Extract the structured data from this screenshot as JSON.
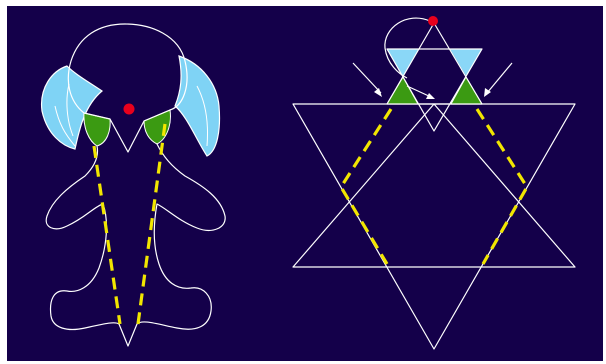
{
  "figure": {
    "colors": {
      "background": "#14004a",
      "outline": "#ffffff",
      "wing_fill": "#7fd3f5",
      "wing_stroke": "#4fb3dc",
      "green_fill": "#3b9a12",
      "blue_triangle_fill": "#8ad7f7",
      "dashed_line": "#f2e600",
      "dot": "#e8001c",
      "arrow": "#ffffff"
    },
    "left_figure": {
      "parts": [
        "head",
        "left-wing",
        "right-wing",
        "left-green-patch",
        "right-green-patch",
        "body-outline",
        "dashed-leg-lines",
        "red-dot"
      ]
    },
    "right_figure": {
      "parts": [
        "large-hexagram",
        "small-hexagram",
        "blue-triangles",
        "green-triangles",
        "dashed-hexagon",
        "rotation-arc",
        "pointer-arrows",
        "red-dot"
      ]
    }
  }
}
